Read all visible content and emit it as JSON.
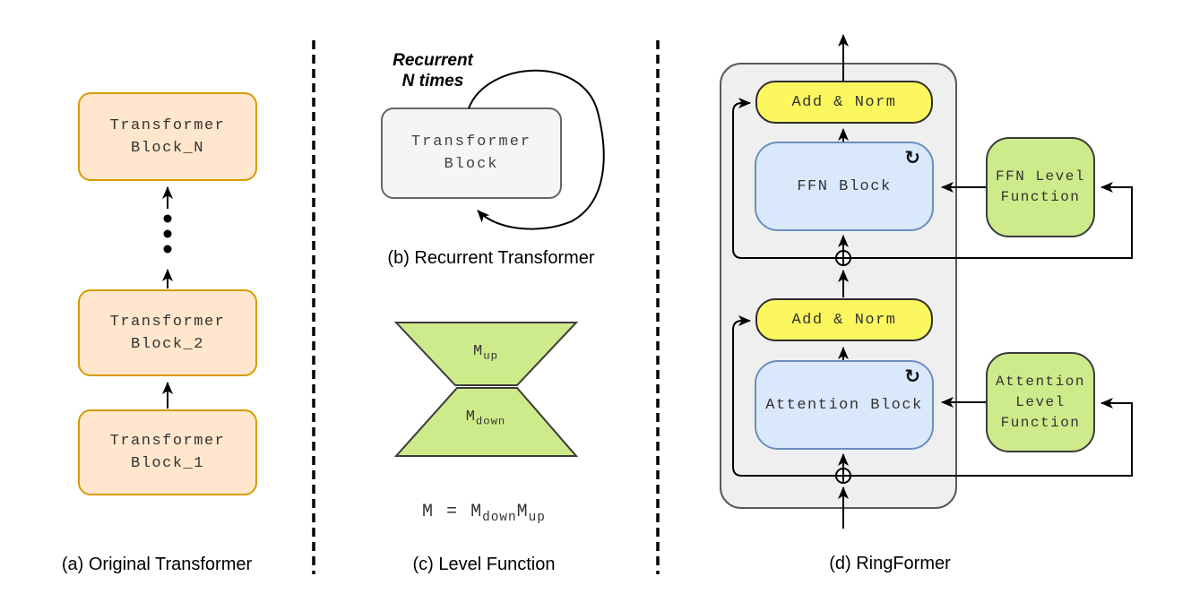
{
  "panel_a": {
    "caption": "(a) Original Transformer",
    "blocks": [
      {
        "line1": "Transformer",
        "line2": "Block_N"
      },
      {
        "line1": "Transformer",
        "line2": "Block_2"
      },
      {
        "line1": "Transformer",
        "line2": "Block_1"
      }
    ]
  },
  "panel_b": {
    "caption": "(b) Recurrent Transformer",
    "loop_label": {
      "line1": "Recurrent",
      "line2": "N times"
    },
    "block": {
      "line1": "Transformer",
      "line2": "Block"
    }
  },
  "panel_c": {
    "caption": "(c) Level Function",
    "upper": {
      "base": "M",
      "sub": "up"
    },
    "lower": {
      "base": "M",
      "sub": "down"
    },
    "equation": {
      "lhs": "M",
      "equals": "=",
      "term1": {
        "base": "M",
        "sub": "down"
      },
      "term2": {
        "base": "M",
        "sub": "up"
      }
    }
  },
  "panel_d": {
    "caption": "(d) RingFormer",
    "add_norm_top": "Add & Norm",
    "ffn_block": "FFN Block",
    "add_norm_bottom": "Add & Norm",
    "attention_block": "Attention Block",
    "ffn_level": {
      "line1": "FFN Level",
      "line2": "Function"
    },
    "attention_level": {
      "line1": "Attention",
      "line2": "Level",
      "line3": "Function"
    },
    "icons": {
      "recurrent": "↻"
    }
  },
  "colors": {
    "orange_fill": "#FFE6CC",
    "orange_stroke": "#D79B00",
    "gray_block_fill": "#F5F5F5",
    "gray_block_stroke": "#666666",
    "green_fill": "#CDEB8B",
    "green_stroke": "#3B3B3B",
    "yellow_fill": "#FCF75E",
    "yellow_stroke": "#2D2D2D",
    "blue_fill": "#DAE8FC",
    "blue_stroke": "#6C8EBF",
    "container_fill": "#EFEFEF",
    "container_stroke": "#595959",
    "line": "#000000"
  }
}
